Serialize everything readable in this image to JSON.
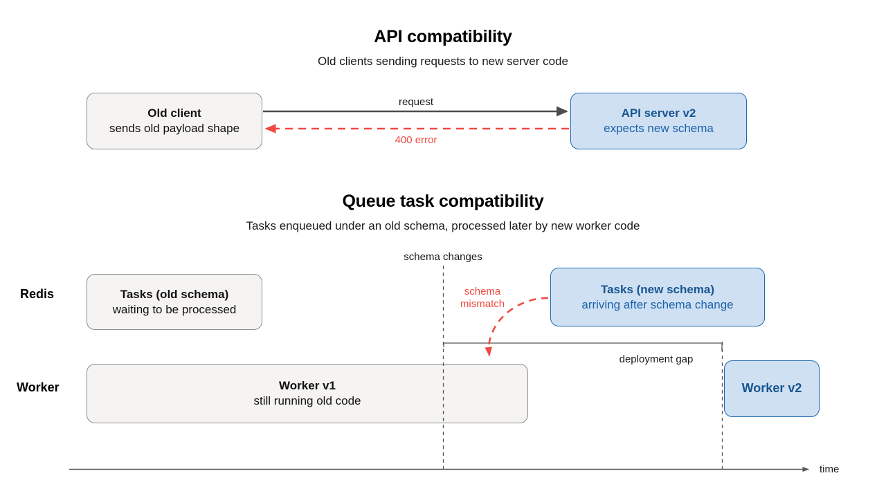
{
  "colors": {
    "grey_fill": "#f5f4f2",
    "grey_stroke": "#8c8c8c",
    "blue_fill": "#cfe0f3",
    "blue_stroke": "#1c68ad",
    "blue_text": "#17558f",
    "red": "#ef4a42",
    "arrow_grey": "#4d4d4d",
    "text": "#111111"
  },
  "api_section": {
    "title": "API compatibility",
    "subtitle": "Old clients sending requests to new server code",
    "client_box": {
      "title": "Old client",
      "subtitle": "sends old payload shape"
    },
    "server_box": {
      "title": "API server v2",
      "subtitle": "expects new schema"
    },
    "request_label": "request",
    "error_label": "400 error"
  },
  "queue_section": {
    "title": "Queue task compatibility",
    "subtitle": "Tasks enqueued under an old schema, processed later by new worker code",
    "row_labels": {
      "redis": "Redis",
      "worker": "Worker"
    },
    "schema_changes_label": "schema changes",
    "deployment_gap_label": "deployment gap",
    "schema_mismatch_label_line1": "schema",
    "schema_mismatch_label_line2": "mismatch",
    "time_axis_label": "time",
    "old_tasks_box": {
      "title": "Tasks (old schema)",
      "subtitle": "waiting to be processed"
    },
    "new_tasks_box": {
      "title": "Tasks (new schema)",
      "subtitle": "arriving after schema change"
    },
    "worker_v1_box": {
      "title": "Worker v1",
      "subtitle": "still running old code"
    },
    "worker_v2_box": {
      "title": "Worker v2",
      "subtitle": ""
    }
  }
}
